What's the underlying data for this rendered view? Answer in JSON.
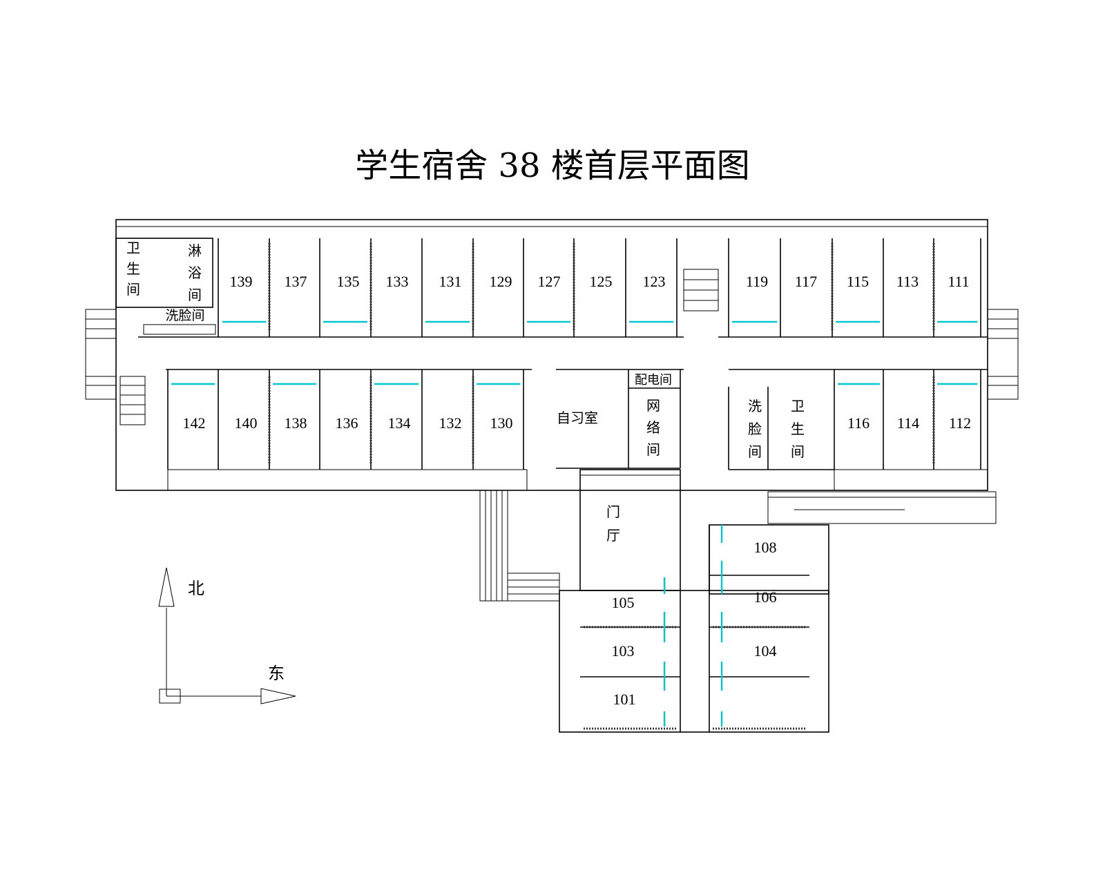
{
  "title": "学生宿舍 38 楼首层平面图",
  "colors": {
    "line": "#000000",
    "door": "#00c8d0",
    "background": "#ffffff"
  },
  "north_rooms": [
    "139",
    "137",
    "135",
    "133",
    "131",
    "129",
    "127",
    "125",
    "123",
    "119",
    "117",
    "115",
    "113",
    "111"
  ],
  "south_rooms": [
    "142",
    "140",
    "138",
    "136",
    "134",
    "132",
    "130",
    "116",
    "114",
    "112"
  ],
  "wing_rooms": [
    "105",
    "103",
    "101",
    "108",
    "106",
    "104"
  ],
  "labels": {
    "wc_west": [
      "卫",
      "生",
      "间"
    ],
    "shower": [
      "淋",
      "浴",
      "间"
    ],
    "washroom_west": "洗脸间",
    "study": "自习室",
    "power": "配电间",
    "network": [
      "网",
      "络",
      "间"
    ],
    "washroom_east": [
      "洗",
      "脸",
      "间"
    ],
    "wc_east": [
      "卫",
      "生",
      "间"
    ],
    "lobby": [
      "门",
      "厅"
    ]
  },
  "compass": {
    "north": "北",
    "east": "东"
  }
}
